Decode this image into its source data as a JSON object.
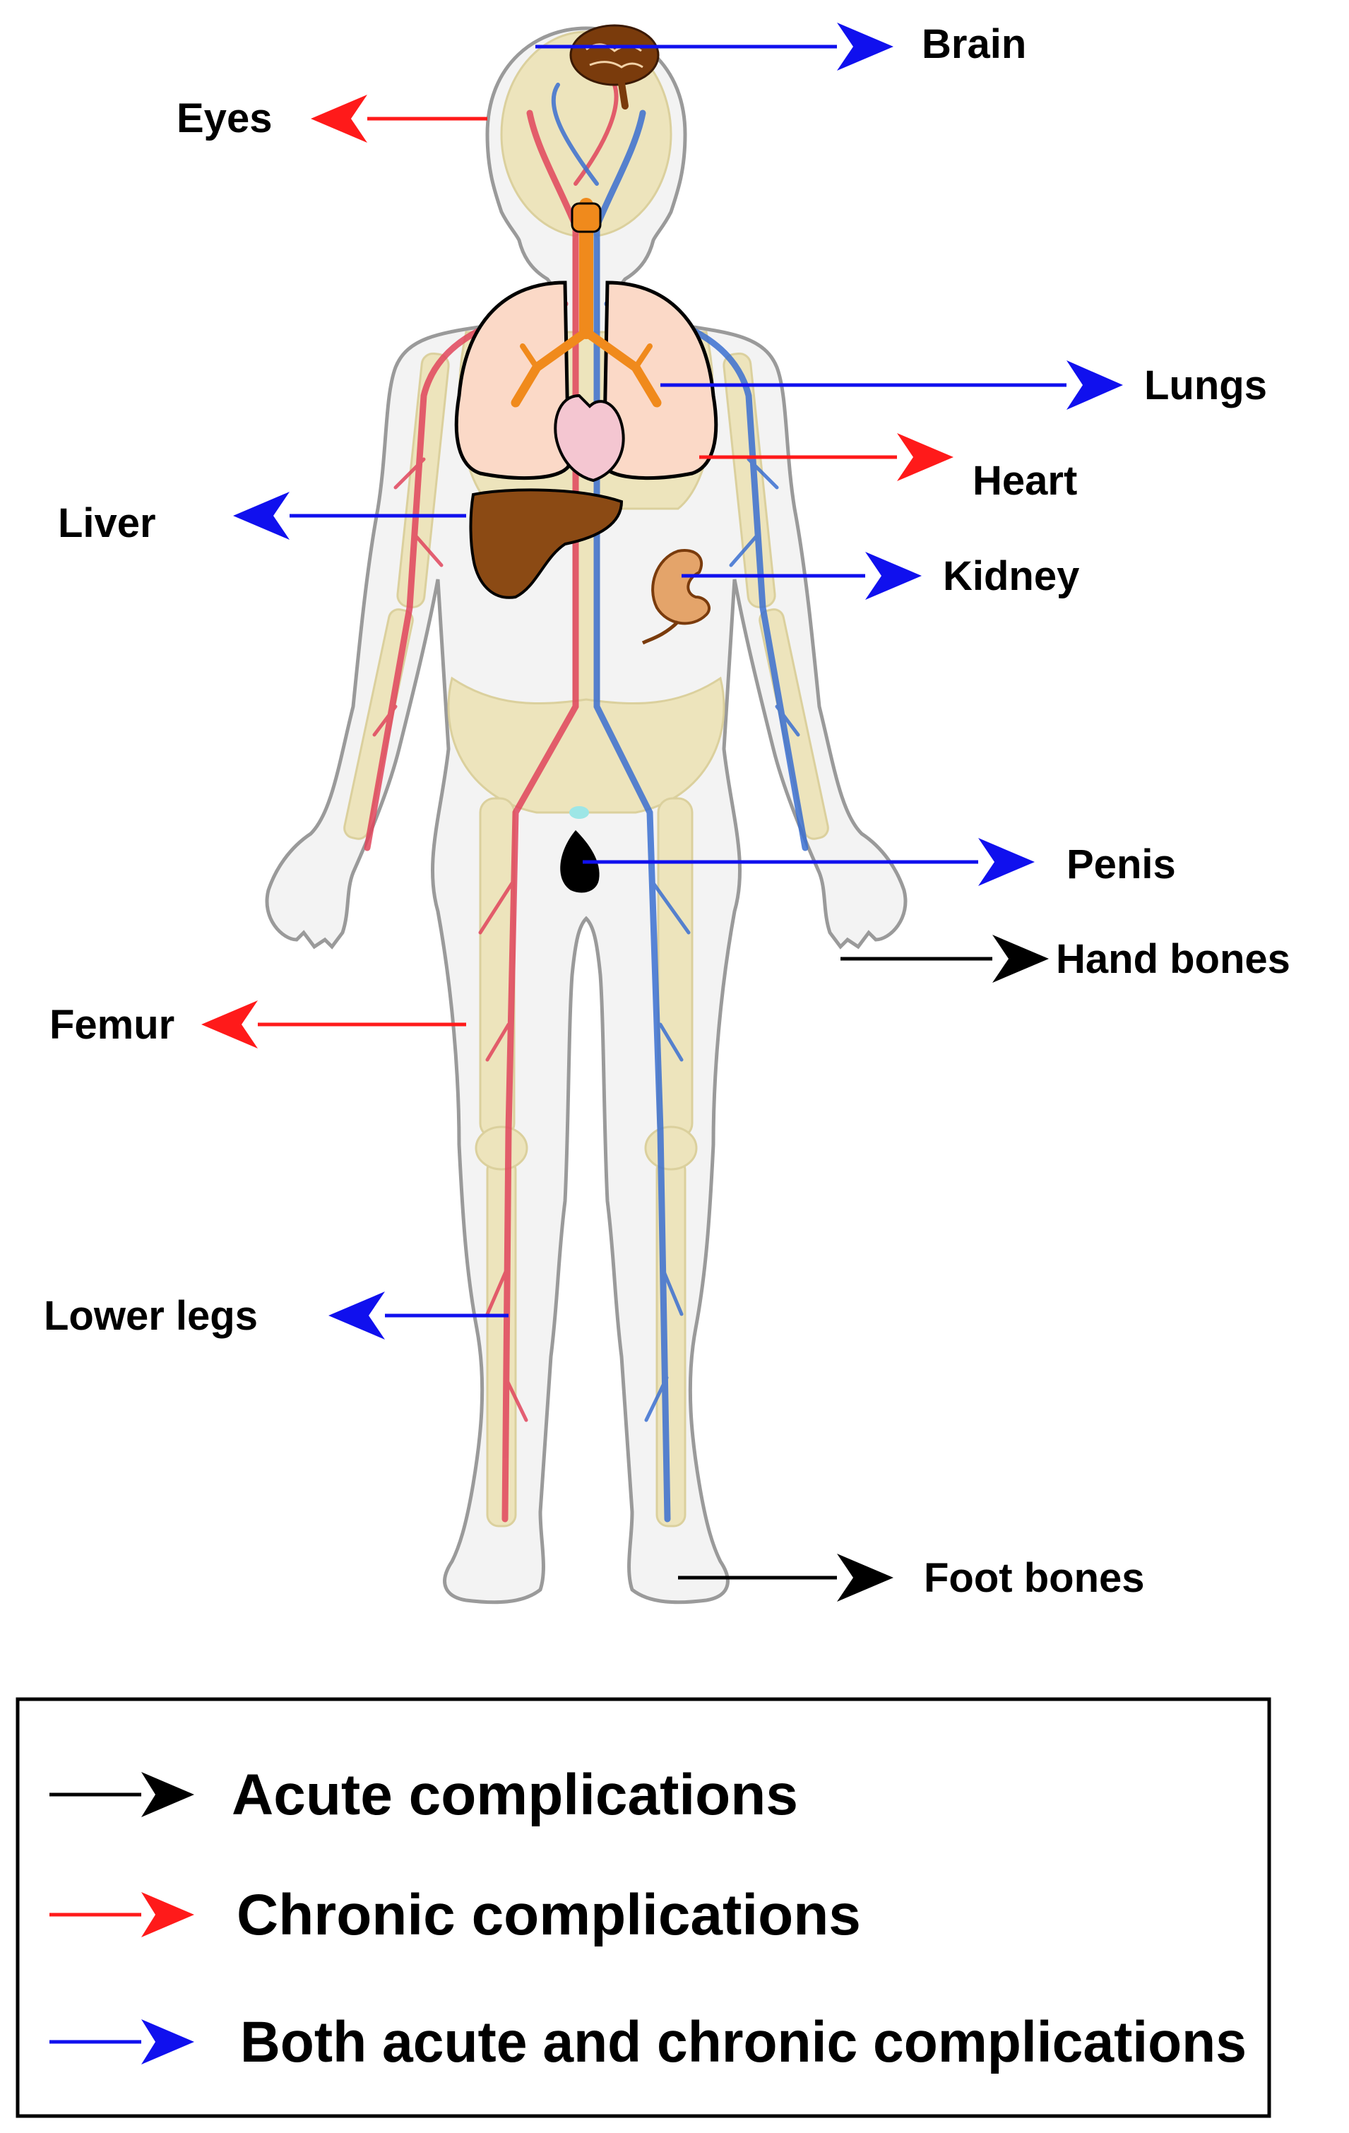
{
  "colors": {
    "acute": "#000000",
    "chronic": "#ff1a1a",
    "both": "#1010ee",
    "skin_fill": "#f1f1f1",
    "skin_outline": "#9a9a9a",
    "bone": "#ece3b6",
    "artery": "#e0455c",
    "vein": "#3a6fd0",
    "liver": "#8b4a14",
    "lung": "#fbd9c7",
    "trachea": "#f08a1c",
    "heart": "#f4c6d1",
    "brain": "#7a3b0c"
  },
  "labels": {
    "brain": "Brain",
    "eyes": "Eyes",
    "lungs": "Lungs",
    "heart": "Heart",
    "liver": "Liver",
    "kidney": "Kidney",
    "penis": "Penis",
    "hand_bones": "Hand bones",
    "femur": "Femur",
    "lower_legs": "Lower legs",
    "foot_bones": "Foot bones"
  },
  "arrow_types": {
    "brain": "both",
    "eyes": "chronic",
    "lungs": "both",
    "heart": "chronic",
    "liver": "both",
    "kidney": "both",
    "penis": "both",
    "hand_bones": "acute",
    "femur": "chronic",
    "lower_legs": "both",
    "foot_bones": "acute"
  },
  "legend": {
    "acute": "Acute complications",
    "chronic": "Chronic complications",
    "both": "Both acute and chronic complications"
  }
}
